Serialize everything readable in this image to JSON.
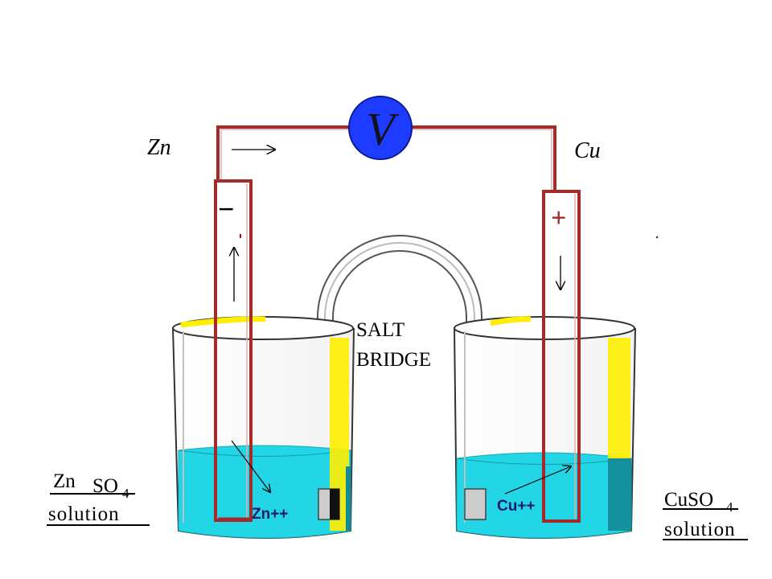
{
  "electrodes": {
    "anode": {
      "symbol": "Zn",
      "sign": "−"
    },
    "cathode": {
      "symbol": "Cu",
      "sign": "+"
    }
  },
  "voltmeter": {
    "symbol": "V"
  },
  "salt_bridge": {
    "line1": "SALT",
    "line2": "BRIDGE"
  },
  "ions": {
    "anode_ion": "Zn++",
    "cathode_ion": "Cu++"
  },
  "labels": {
    "left_solution": {
      "part1": "Zn",
      "part2": "SO",
      "subscript": "4",
      "line2": "solution"
    },
    "right_solution": {
      "part1": "CuSO",
      "subscript": "4",
      "line2": "solution"
    }
  },
  "colors": {
    "wire": "#a52a2a",
    "voltmeter": "#1e3cff",
    "solution": "#22d6e6",
    "beaker_highlight": "#ffee00"
  },
  "icons": [
    "voltmeter-icon",
    "electron-flow-arrow-icon",
    "ion-migration-arrow-icon"
  ]
}
